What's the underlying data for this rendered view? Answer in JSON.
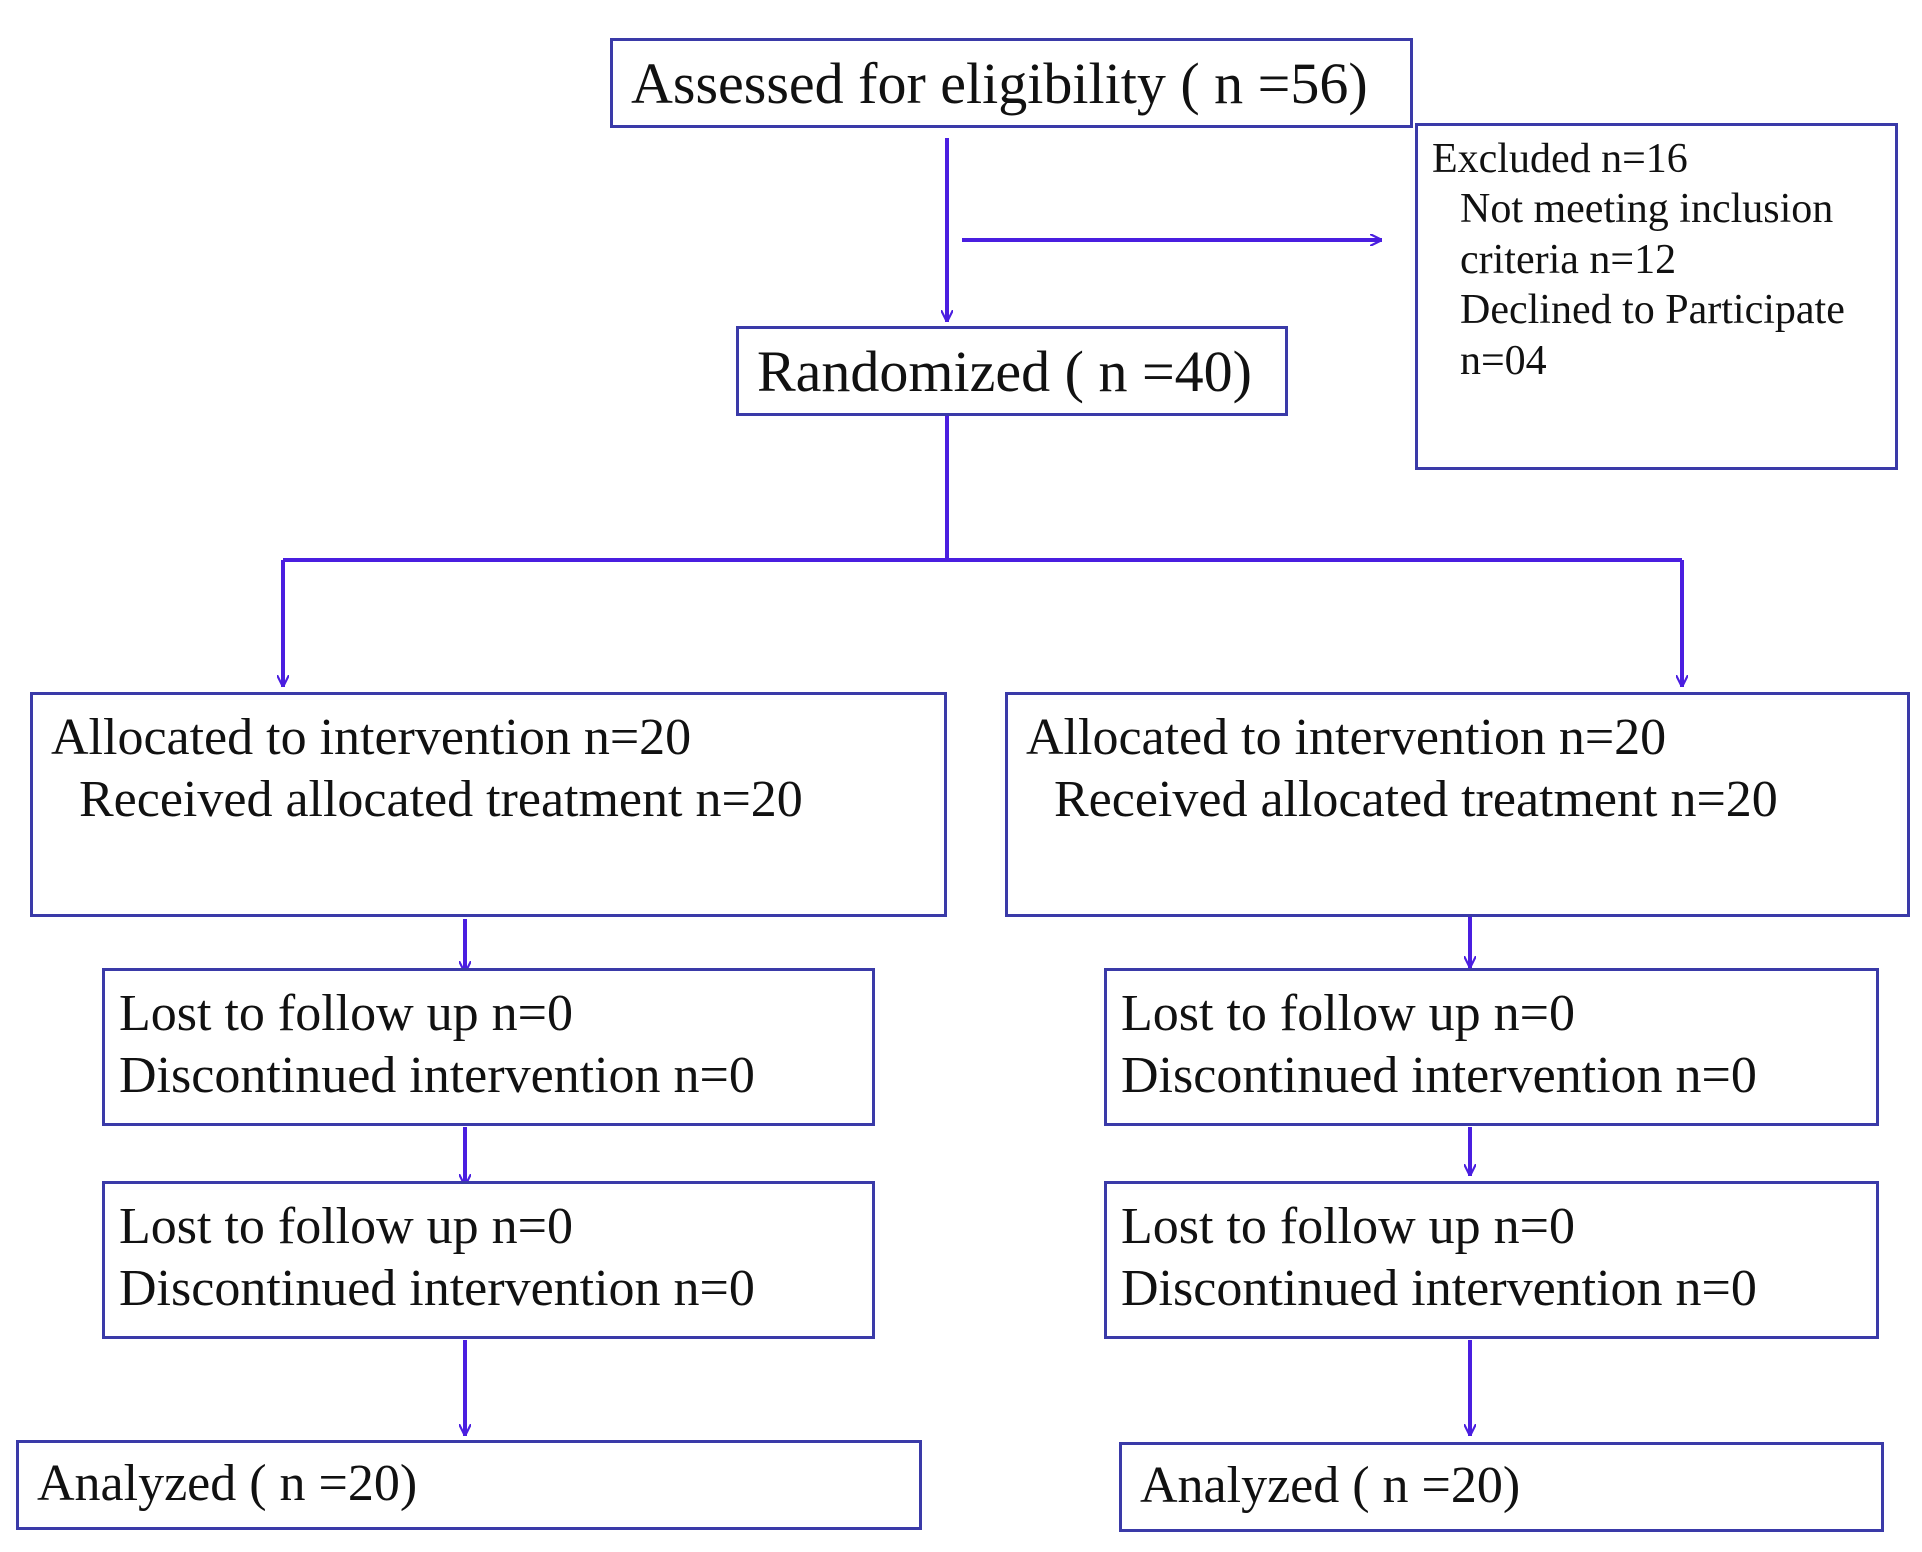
{
  "colors": {
    "box_border": "#3a3aa8",
    "connector": "#4a1ee0"
  },
  "assessed": {
    "label": "Assessed for eligibility ( n =56)"
  },
  "excluded": {
    "title": "Excluded n=16",
    "reasons": [
      "Not meeting inclusion",
      "criteria n=12",
      "Declined to Participate",
      "n=04"
    ]
  },
  "randomized": {
    "label": "Randomized ( n =40)"
  },
  "arms": [
    {
      "allocated": "Allocated to intervention n=20",
      "received": "Received allocated treatment n=20",
      "followup1": {
        "lost": "Lost to follow up n=0",
        "discontinued": "Discontinued intervention n=0"
      },
      "followup2": {
        "lost": "Lost to follow up n=0",
        "discontinued": "Discontinued intervention n=0"
      },
      "analyzed": "Analyzed ( n =20)"
    },
    {
      "allocated": "Allocated to intervention n=20",
      "received": "Received allocated treatment n=20",
      "followup1": {
        "lost": "Lost to follow up n=0",
        "discontinued": "Discontinued intervention n=0"
      },
      "followup2": {
        "lost": "Lost to follow up n=0",
        "discontinued": "Discontinued intervention n=0"
      },
      "analyzed": "Analyzed ( n =20)"
    }
  ]
}
